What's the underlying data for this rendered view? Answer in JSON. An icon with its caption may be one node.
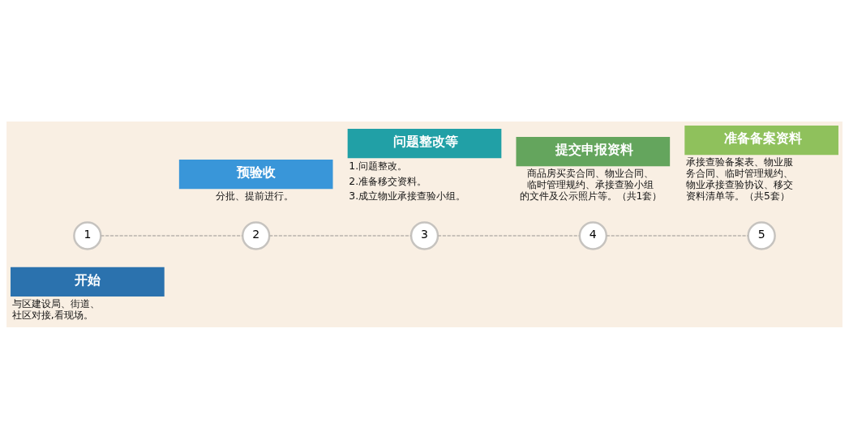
{
  "diagram": {
    "nodes": [
      {
        "text": [
          "开始",
          "与区建设局、街道、社区对接,看现场。"
        ]
      },
      {
        "text": [
          "1"
        ]
      },
      {
        "text": [
          "预验收",
          "分批、提前进行。"
        ]
      },
      {
        "text": [
          "2"
        ]
      },
      {
        "text": [
          "问题整改等",
          "1.问题整改。",
          "2.准备移交资料。",
          "3.成立物业承接查验小组。"
        ]
      },
      {
        "text": [
          "3"
        ]
      },
      {
        "text": [
          "提交申报资料",
          "商品房买卖合同、物业合同、临时管理规约、承接查验小组的文件及公示照片等。（共1套）"
        ]
      },
      {
        "text": [
          "4"
        ]
      },
      {
        "text": [
          "准备备案资料",
          "承接查验备案表、物业服务合同、临时管理规约、物业承接查验协议、移交资料清单等。（共5套）"
        ]
      },
      {
        "text": [
          "5"
        ]
      }
    ],
    "edges": [
      {
        "from": 1,
        "to": 3,
        "arrow": "none",
        "style": "dashed"
      },
      {
        "from": 3,
        "to": 5,
        "arrow": "none",
        "style": "dashed"
      },
      {
        "from": 5,
        "to": 7,
        "arrow": "none",
        "style": "dashed"
      },
      {
        "from": 7,
        "to": 9,
        "arrow": "none",
        "style": "dashed"
      }
    ]
  }
}
